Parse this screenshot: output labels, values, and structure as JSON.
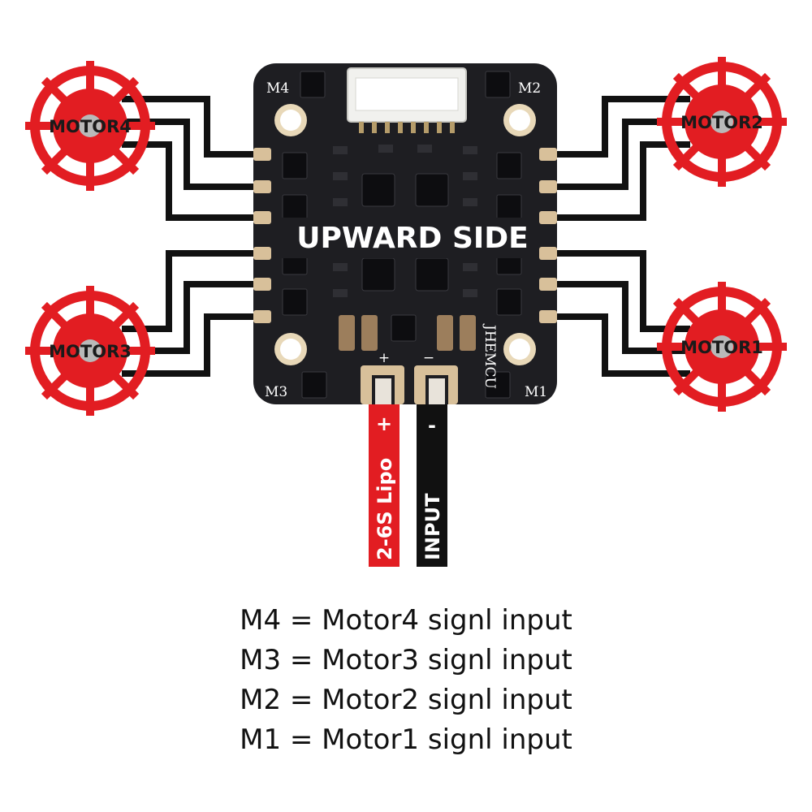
{
  "colors": {
    "motor_red": "#e21d22",
    "motor_hub": "#b9b9b9",
    "pcb": "#1e1e22",
    "wire": "#111111",
    "positive_lead": "#e21d22",
    "negative_lead": "#111111",
    "pad": "#d8c09a"
  },
  "motors": [
    {
      "id": "motor4",
      "label": "MOTOR4"
    },
    {
      "id": "motor2",
      "label": "MOTOR2"
    },
    {
      "id": "motor3",
      "label": "MOTOR3"
    },
    {
      "id": "motor1",
      "label": "MOTOR1"
    }
  ],
  "board": {
    "corner_labels": {
      "m4": "M4",
      "m2": "M2",
      "m3": "M3",
      "m1": "M1"
    },
    "banner": "UPWARD SIDE",
    "brand": "JHEMCU",
    "plus": "+",
    "minus": "−"
  },
  "leads": {
    "positive": {
      "symbol": "+",
      "text": "2-6S Lipo"
    },
    "negative": {
      "symbol": "-",
      "text": "INPUT"
    }
  },
  "legend": [
    "M4 = Motor4 signl input",
    "M3 = Motor3 signl input",
    "M2 = Motor2 signl input",
    "M1 = Motor1 signl input"
  ]
}
